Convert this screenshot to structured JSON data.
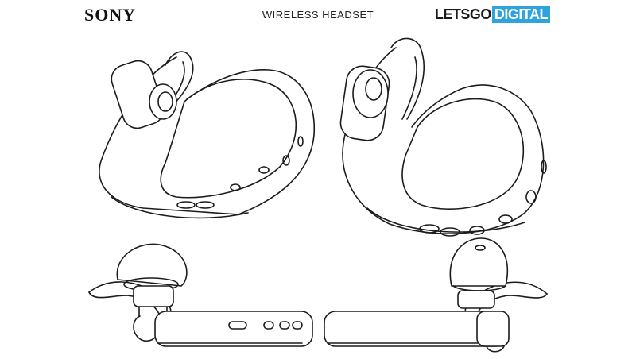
{
  "header": {
    "brand_left": "SONY",
    "title": "WIRELESS HEADSET",
    "brand_right_part1": "LETSGO",
    "brand_right_part2": "DIGITAL"
  },
  "colors": {
    "ink": "#1c1c1c",
    "accent": "#2ea3dd",
    "background": "#ffffff"
  }
}
